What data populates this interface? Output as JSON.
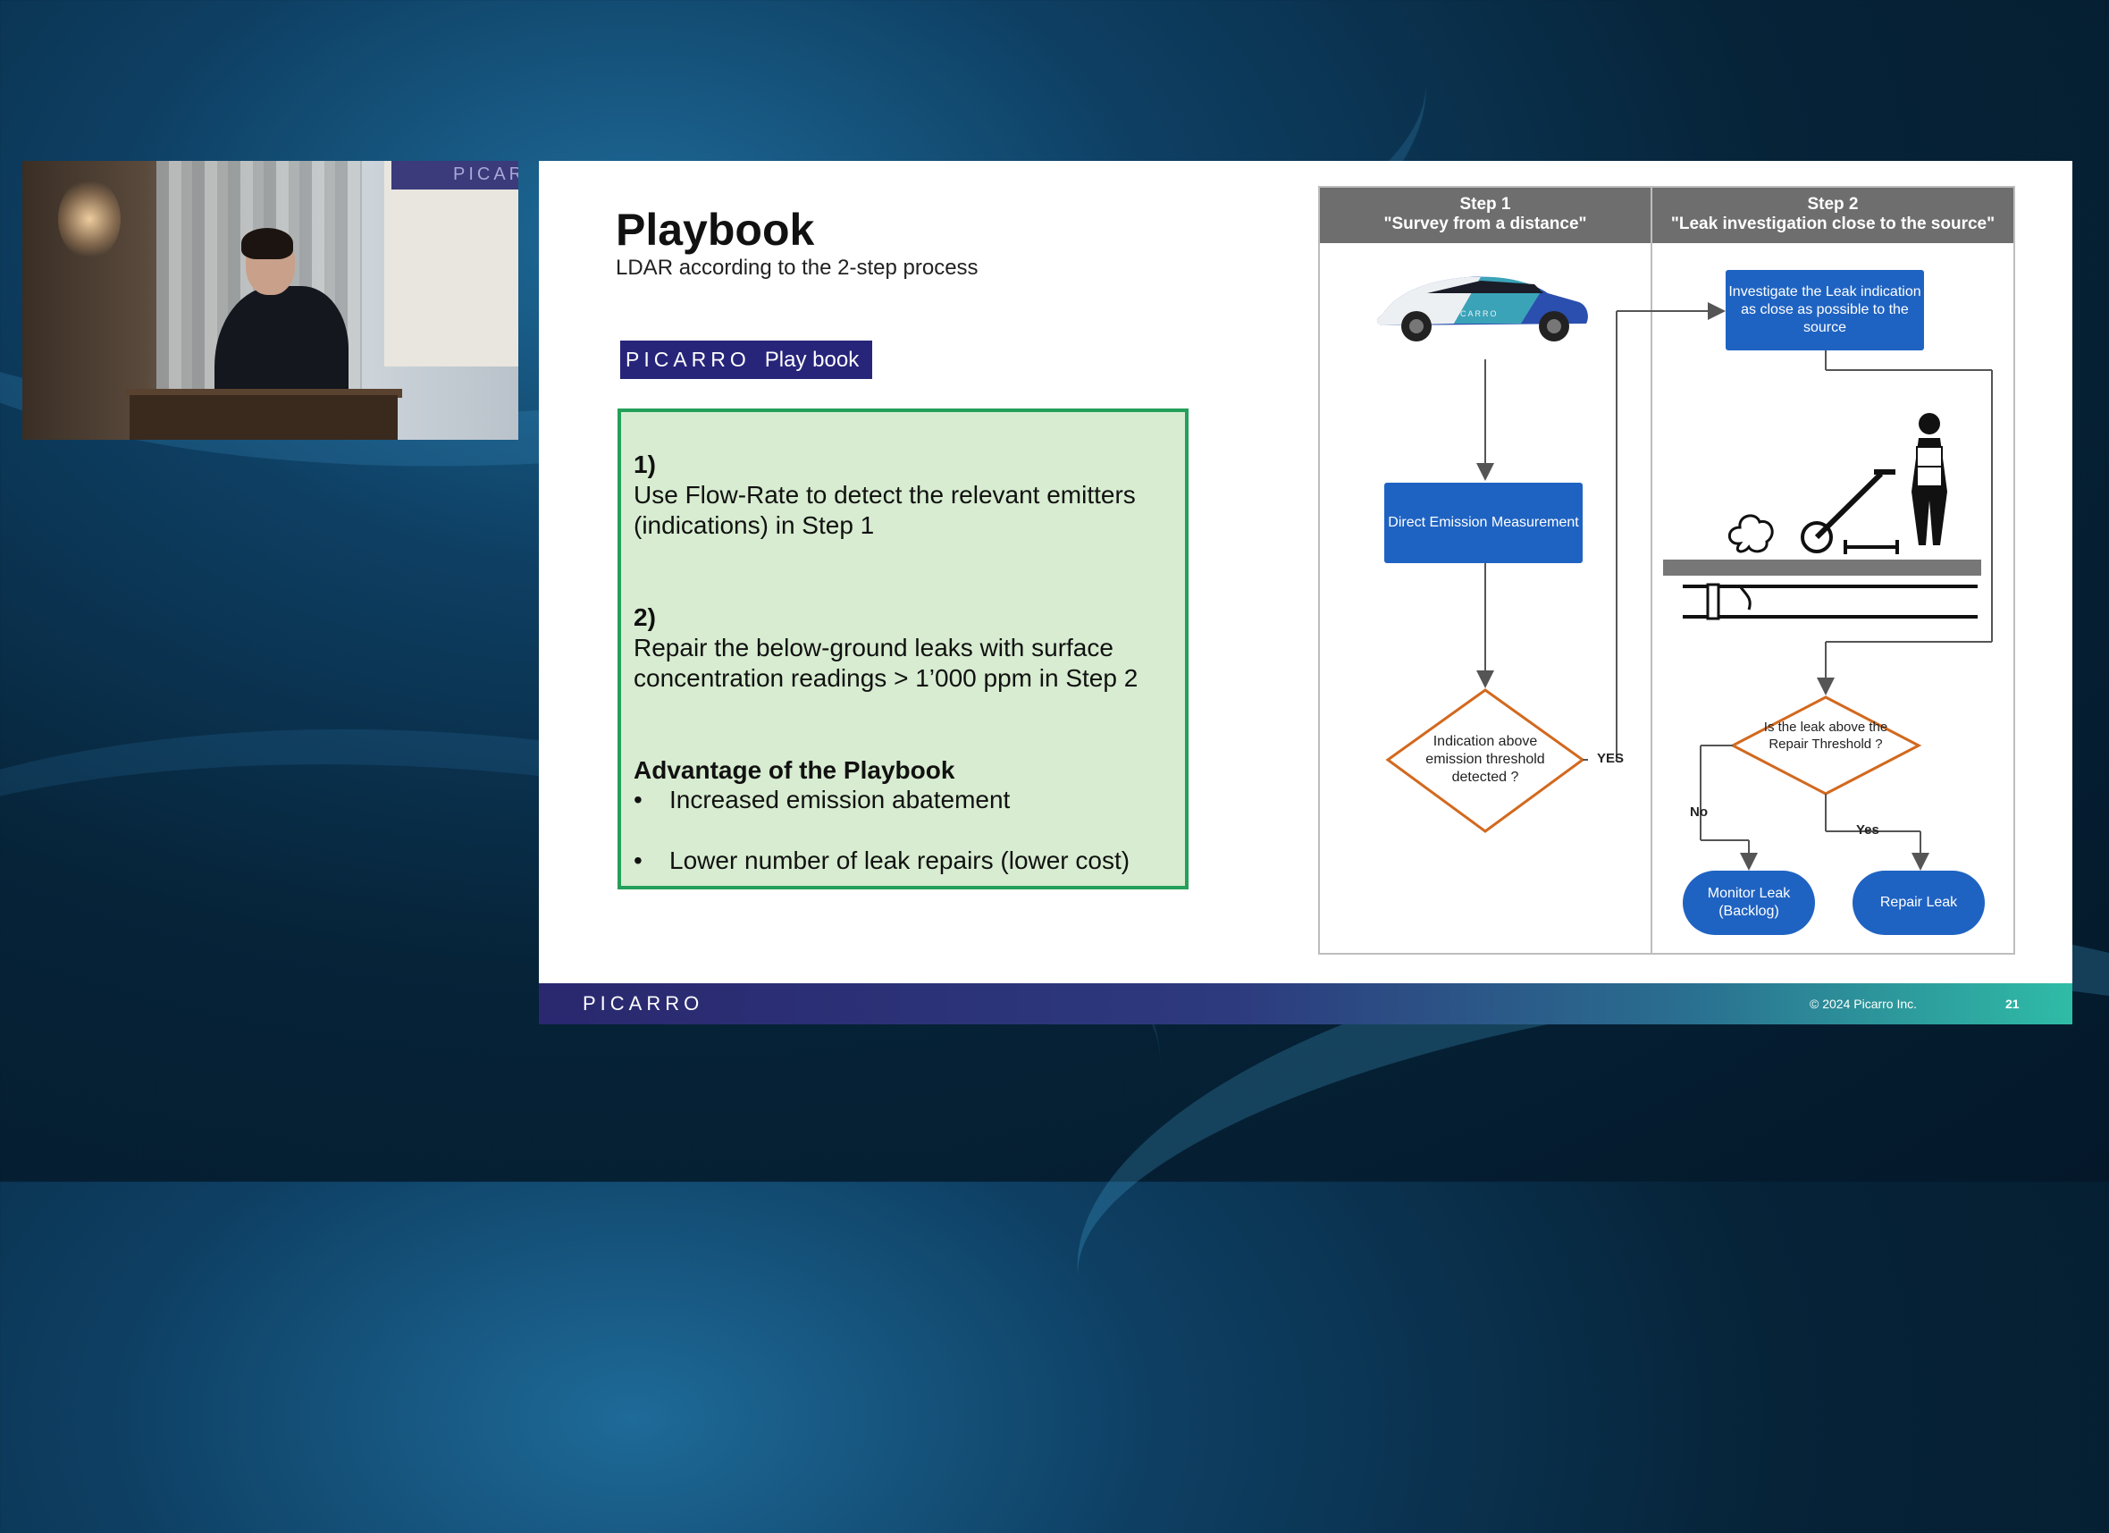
{
  "video": {
    "screen_logo": "PICARR"
  },
  "slide": {
    "title": "Playbook",
    "subtitle": "LDAR according to the 2-step process",
    "badge": {
      "logo": "PICARRO",
      "text": "Play book"
    },
    "box": {
      "item1_num": "1)",
      "item1_line1": "Use Flow-Rate to detect the relevant emitters",
      "item1_line2": "(indications) in Step 1",
      "item2_num": "2)",
      "item2_line1": "Repair the below-ground leaks with surface",
      "item2_line2": "concentration readings > 1’000 ppm in Step 2",
      "advantage_heading": "Advantage of the Playbook",
      "bullets": [
        "Increased emission abatement",
        "Lower number of leak repairs (lower cost)"
      ]
    },
    "flow": {
      "step1_title": "Step 1",
      "step1_sub": "\"Survey from a distance\"",
      "step2_title": "Step 2",
      "step2_sub": "\"Leak investigation close to the source\"",
      "car_logo": "PICARRO",
      "direct_emission": "Direct Emission Measurement",
      "indication_diamond": "Indication above emission threshold detected ?",
      "yes_label": "YES",
      "investigate": "Investigate the Leak indication as close as possible to the source",
      "repair_diamond": "Is the leak above the Repair Threshold ?",
      "no_label": "No",
      "yes_label2": "Yes",
      "monitor_leak": "Monitor  Leak (Backlog)",
      "repair_leak": "Repair Leak"
    },
    "footer": {
      "logo": "PICARRO",
      "copyright": "© 2024 Picarro Inc.",
      "page": "21"
    }
  },
  "colors": {
    "brand_navy": "#27257a",
    "flow_blue": "#1f63c2",
    "diamond_orange": "#d2691e",
    "green_border": "#24a05a",
    "green_fill": "#d7ecd0"
  }
}
